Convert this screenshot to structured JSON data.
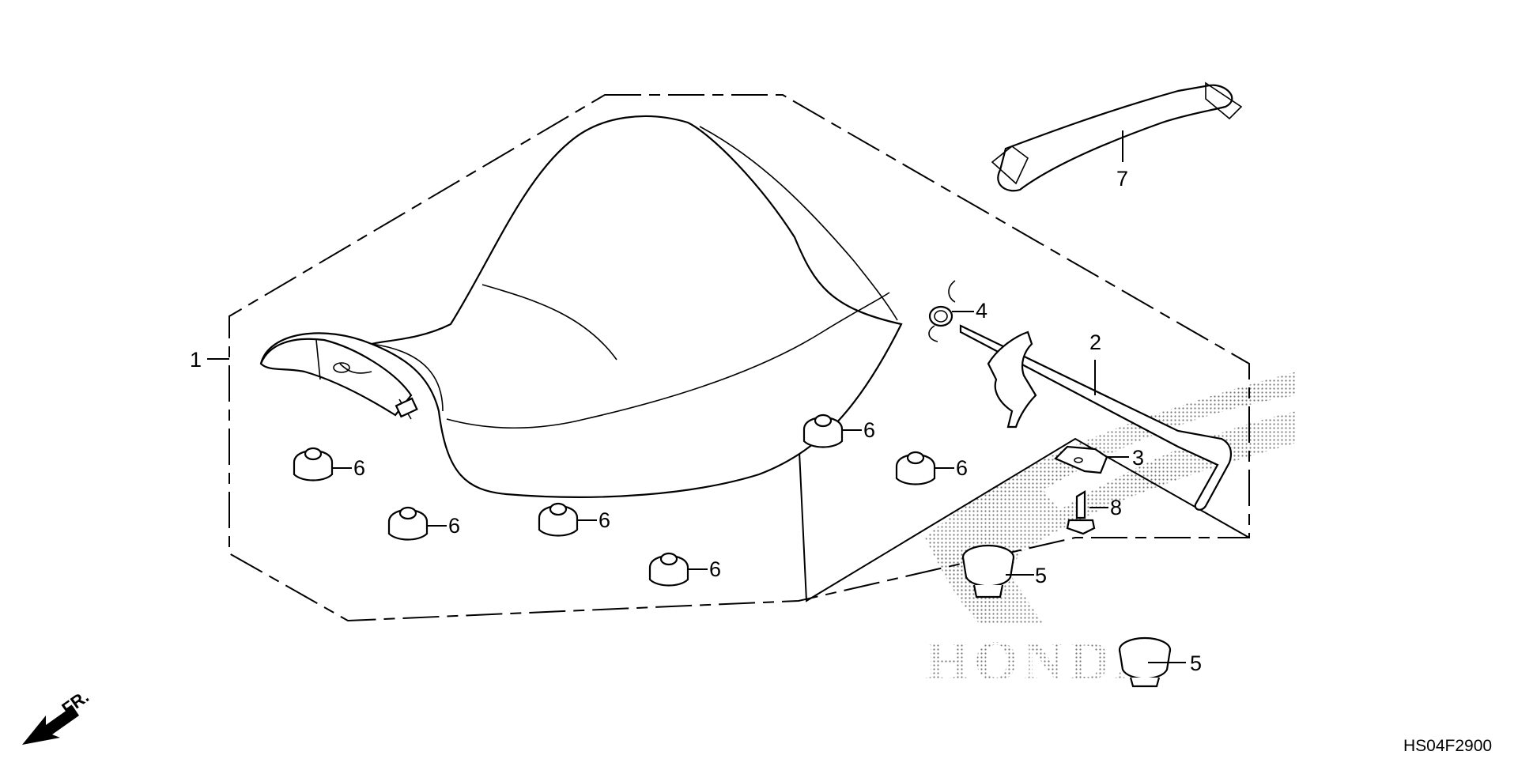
{
  "diagram_code": "HS04F2900",
  "front_indicator": "FR.",
  "watermark_text": "HONDA",
  "callouts": [
    {
      "label": "1",
      "part": "seat-assembly"
    },
    {
      "label": "2",
      "part": "seat-lock-rod"
    },
    {
      "label": "3",
      "part": "rod-holder"
    },
    {
      "label": "4",
      "part": "spring"
    },
    {
      "label": "5",
      "part": "rubber-cushion"
    },
    {
      "label": "5",
      "part": "rubber-cushion"
    },
    {
      "label": "6",
      "part": "rubber-cushion-small"
    },
    {
      "label": "6",
      "part": "rubber-cushion-small"
    },
    {
      "label": "6",
      "part": "rubber-cushion-small"
    },
    {
      "label": "6",
      "part": "rubber-cushion-small"
    },
    {
      "label": "6",
      "part": "rubber-cushion-small"
    },
    {
      "label": "6",
      "part": "rubber-cushion-small"
    },
    {
      "label": "7",
      "part": "seat-strap"
    },
    {
      "label": "8",
      "part": "bolt"
    }
  ]
}
